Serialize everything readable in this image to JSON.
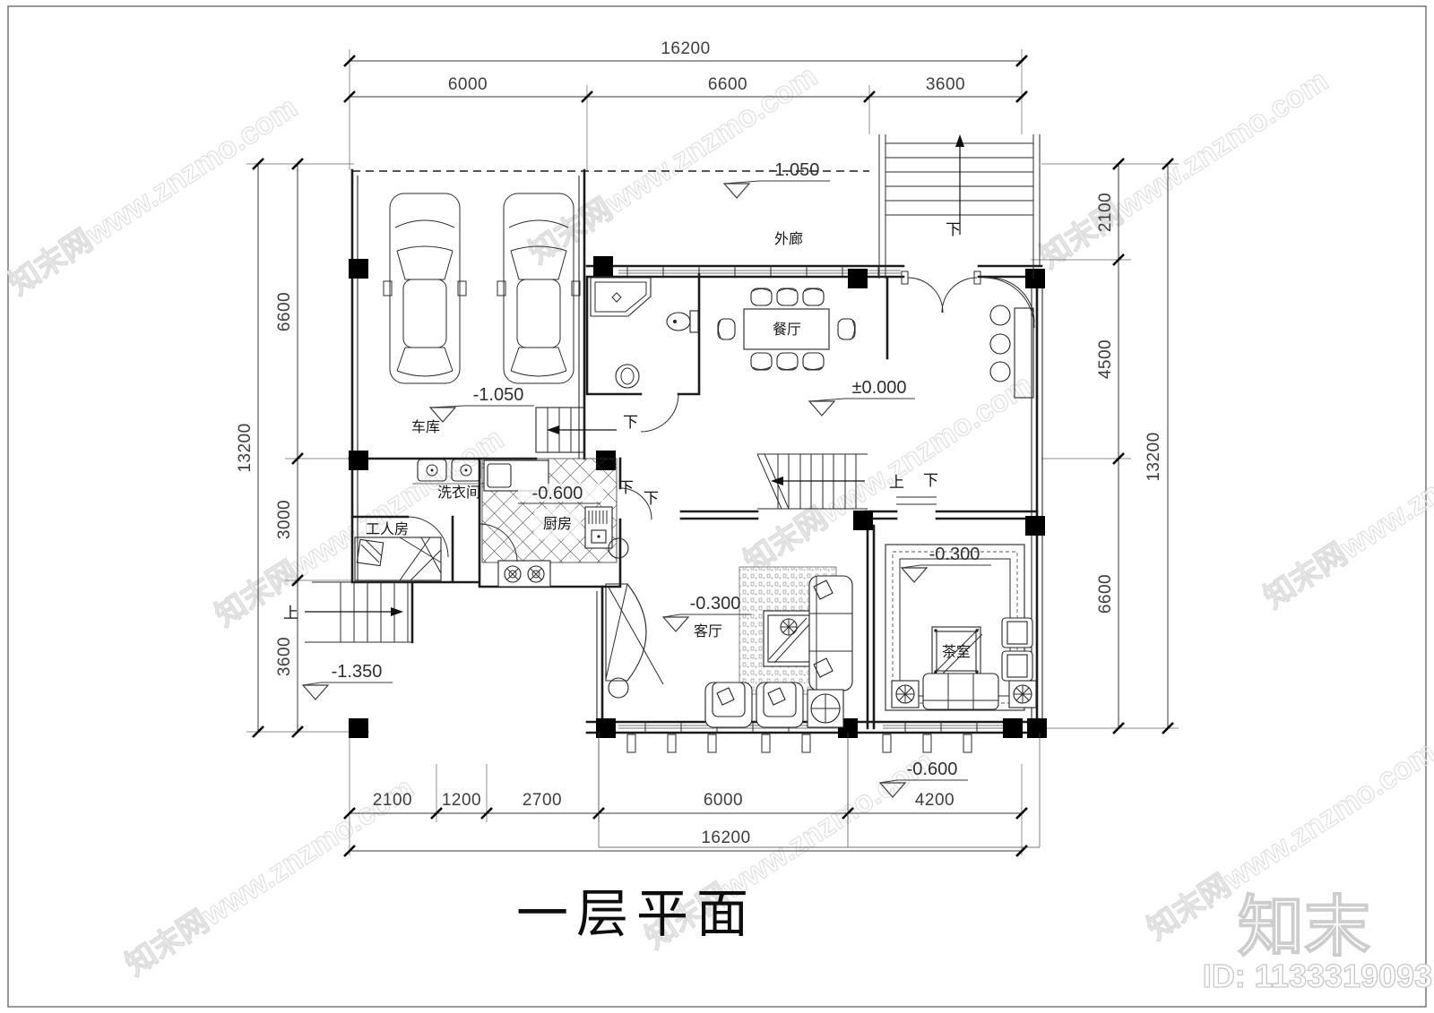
{
  "title": "一层平面",
  "brand": {
    "logo": "知末",
    "id": "ID: 1133319093"
  },
  "watermark": {
    "text": "知末网www.znzmo.com"
  },
  "rooms": {
    "garage": "车库",
    "corridor": "外廊",
    "dining": "餐厅",
    "laundry": "洗衣间",
    "worker": "工人房",
    "kitchen": "厨房",
    "living": "客厅",
    "tea": "茶室"
  },
  "levels": {
    "garage": "-1.050",
    "corridor": "-1.050",
    "dining": "±0.000",
    "kitchen": "-0.600",
    "living": "-0.300",
    "tea": "-0.300",
    "terrace": "-0.600",
    "outdoor_stair": "-1.350"
  },
  "stairs": {
    "up": "上",
    "down": "下"
  },
  "dims": {
    "top": {
      "total": "16200",
      "seg": [
        "6000",
        "6600",
        "3600"
      ]
    },
    "bottom": {
      "total": "16200",
      "seg": [
        "2100",
        "1200",
        "2700",
        "6000",
        "4200"
      ]
    },
    "left": {
      "total": "13200",
      "seg": [
        "6600",
        "3000",
        "3600"
      ]
    },
    "right": {
      "total": "13200",
      "seg": [
        "2100",
        "4500",
        "6600"
      ]
    }
  }
}
